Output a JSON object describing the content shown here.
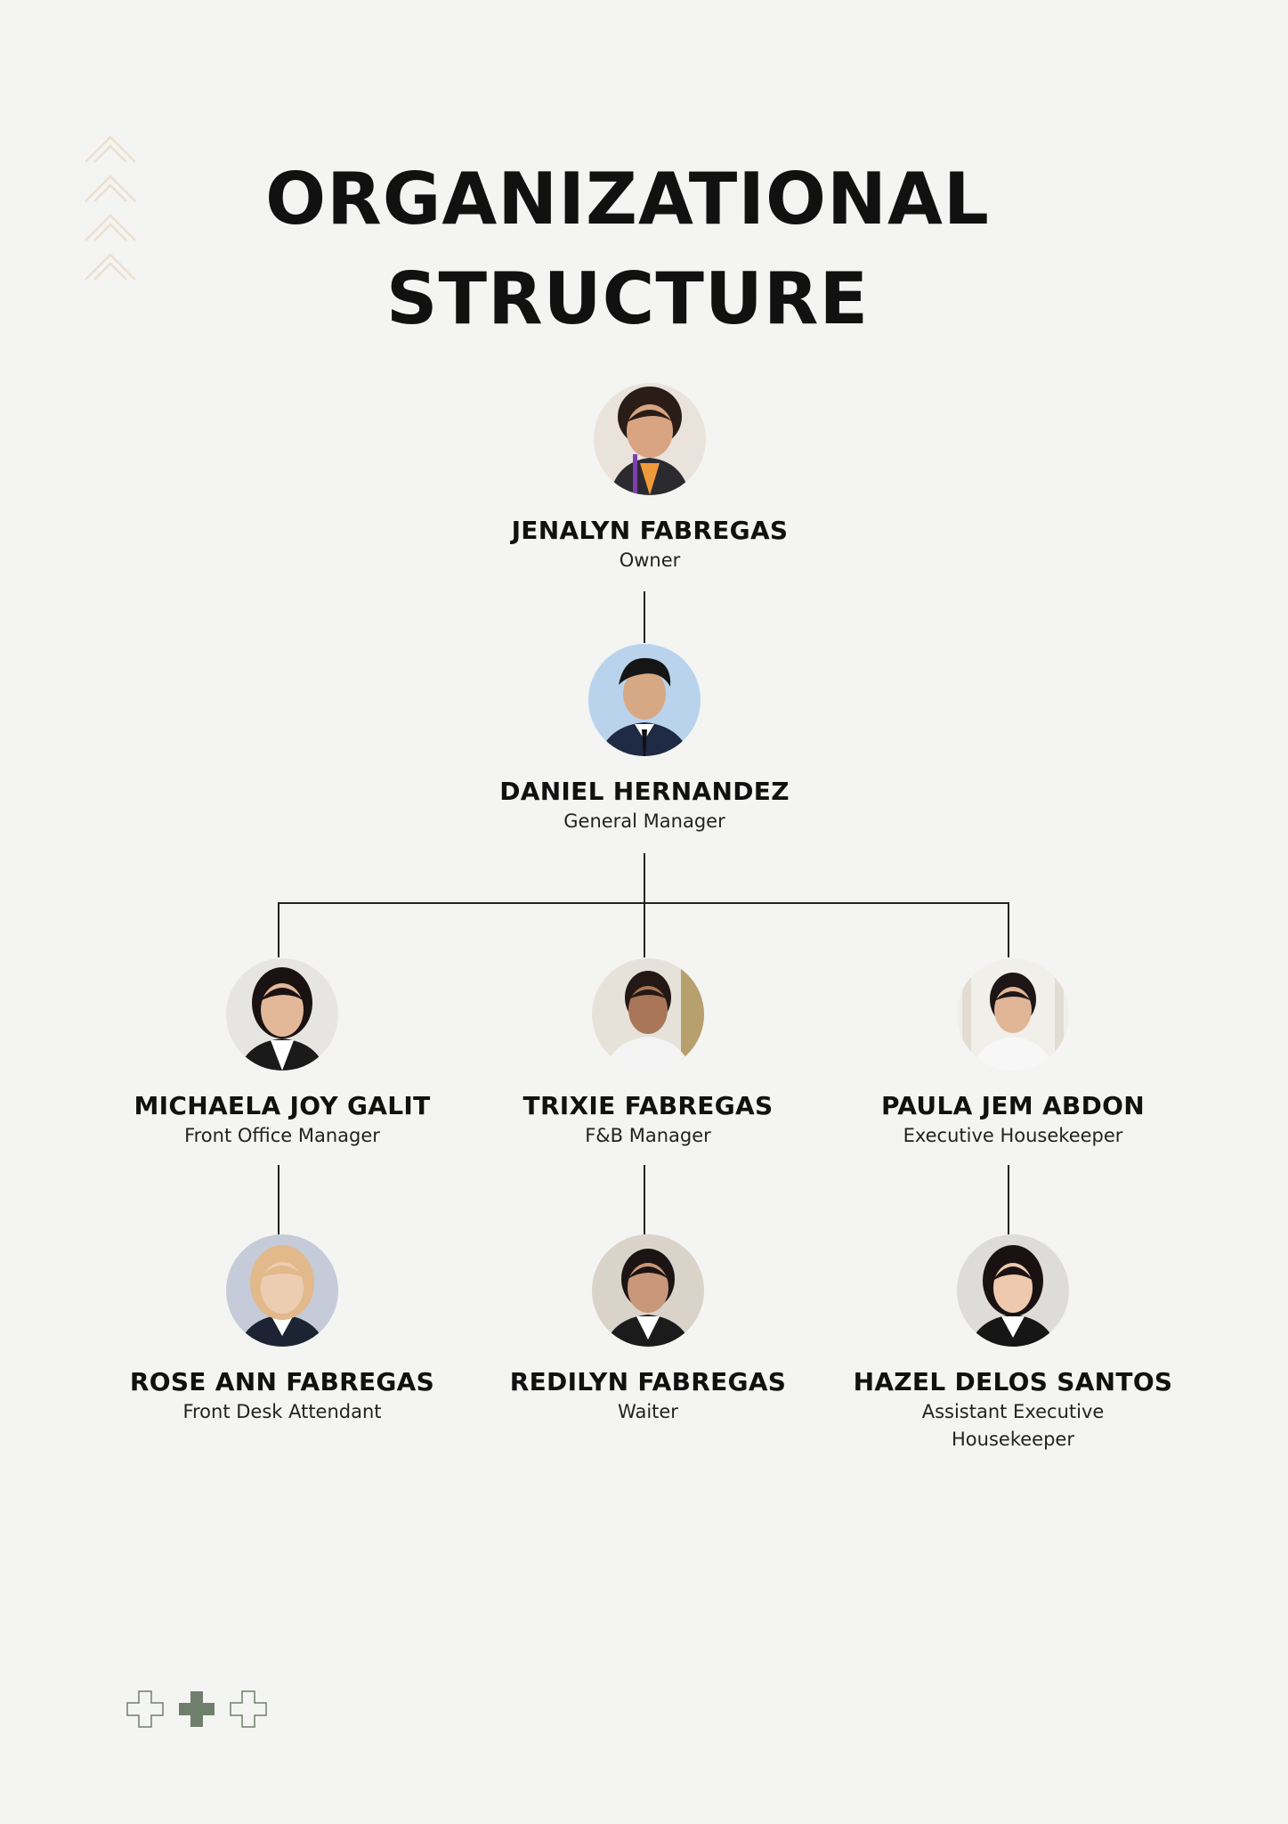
{
  "title": {
    "line1": "ORGANIZATIONAL",
    "line2": "STRUCTURE"
  },
  "decor": {
    "top_icon": "chevrons-up-icon",
    "bottom_icon": "plus-crosses-icon",
    "accent_color": "#6f7f6c",
    "chevron_color": "#eadfd2"
  },
  "people": {
    "owner": {
      "name": "JENALYN FABREGAS",
      "role": "Owner"
    },
    "gm": {
      "name": "DANIEL HERNANDEZ",
      "role": "General Manager"
    },
    "fom": {
      "name": "MICHAELA JOY GALIT",
      "role": "Front Office Manager"
    },
    "fbm": {
      "name": "TRIXIE FABREGAS",
      "role": "F&B Manager"
    },
    "eh": {
      "name": "PAULA JEM ABDON",
      "role": "Executive Housekeeper"
    },
    "fda": {
      "name": "ROSE ANN FABREGAS",
      "role": "Front Desk Attendant"
    },
    "waiter": {
      "name": "REDILYN FABREGAS",
      "role": "Waiter"
    },
    "aeh": {
      "name": "HAZEL DELOS SANTOS",
      "role_line1": "Assistant Executive",
      "role_line2": "Housekeeper"
    }
  }
}
